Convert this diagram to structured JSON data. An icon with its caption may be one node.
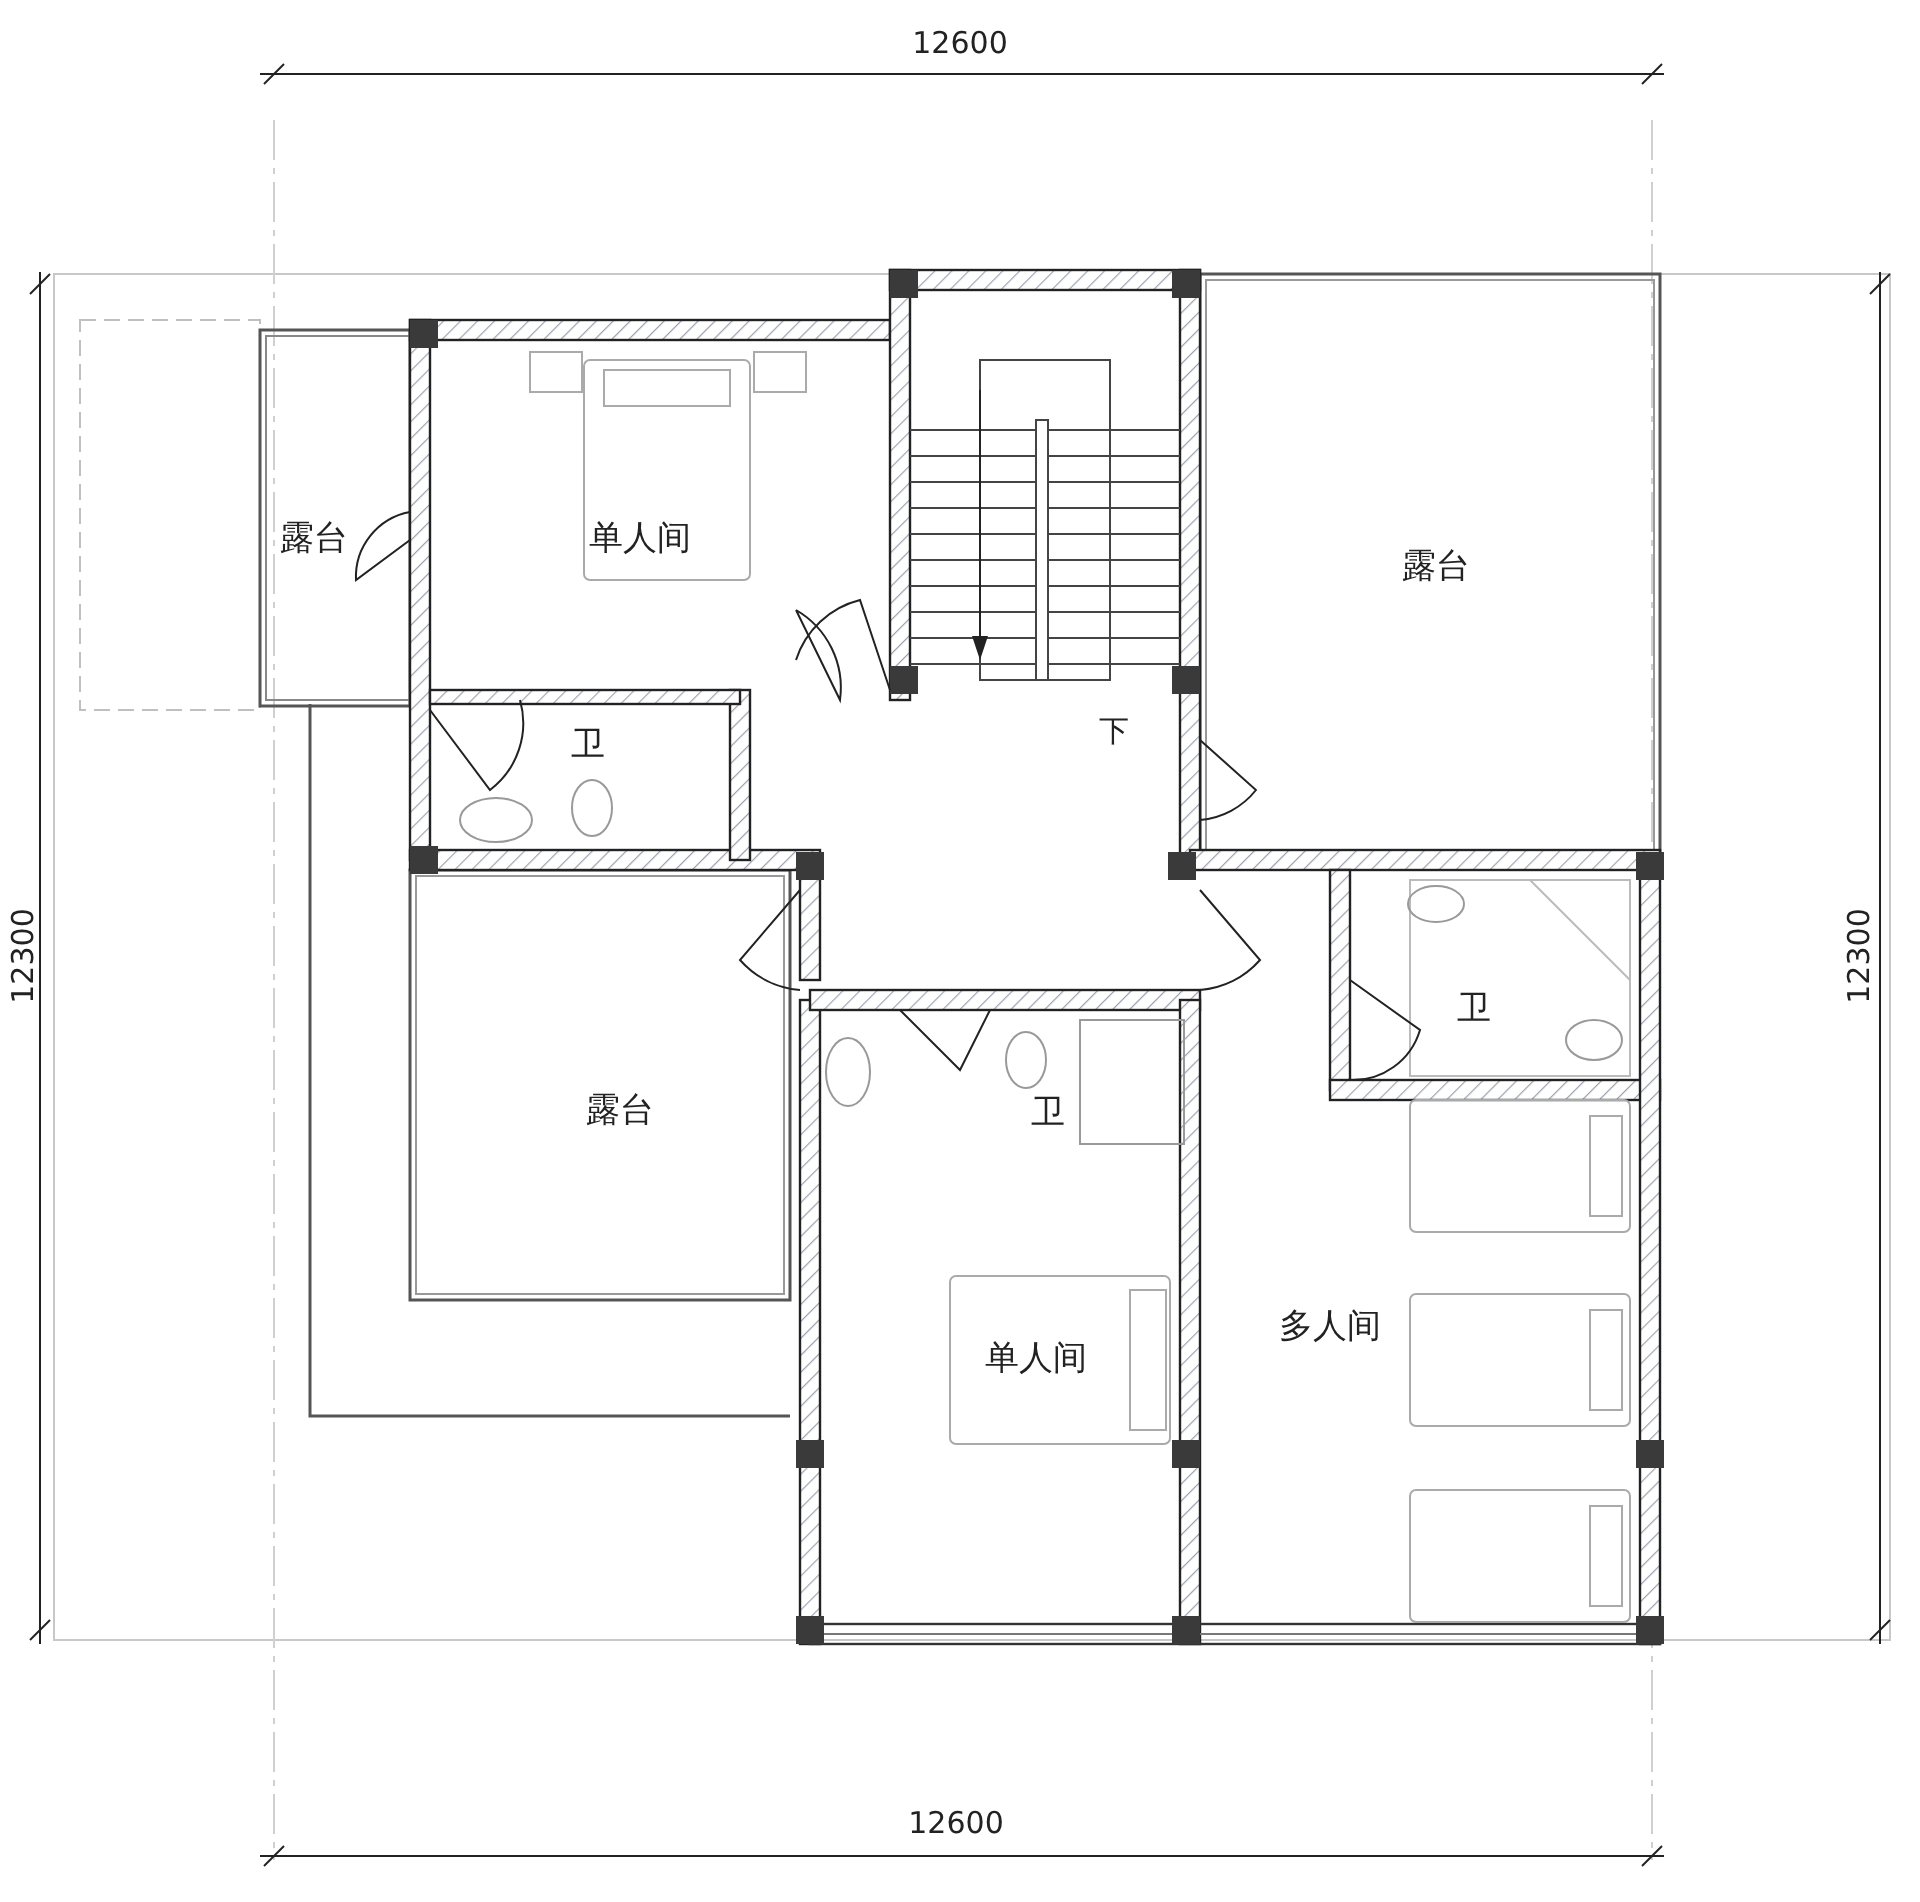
{
  "diagram": {
    "labels": [
      "12600",
      "露台",
      "单人间",
      "露台",
      "卫",
      "下",
      "卫",
      "露台",
      "卫",
      "单人间",
      "多人间",
      "12300",
      "12300",
      "12600"
    ]
  }
}
